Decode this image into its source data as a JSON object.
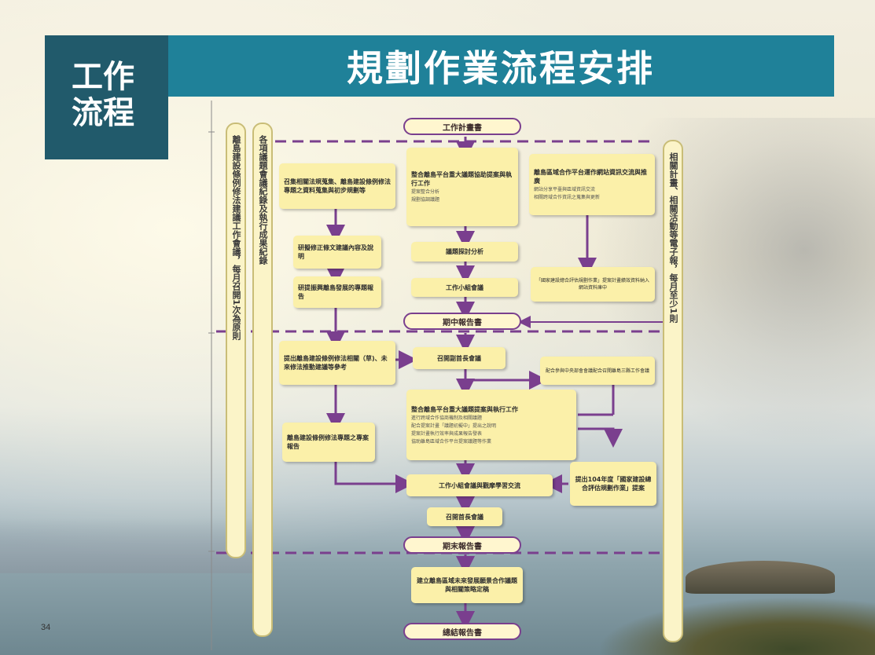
{
  "slide": {
    "section_label_line1": "工作",
    "section_label_line2": "流程",
    "title": "規劃作業流程安排",
    "page_number": "34"
  },
  "left_bars": {
    "outer": "離島建設條例修法建議工作會議，每月召開1次為原則",
    "inner": "各項議題會議紀錄及執行成果紀錄"
  },
  "right_bar": "相關計畫、相關活動等電子報，每月至少1則",
  "milestones": {
    "work_plan": "工作計畫書",
    "midterm": "期中報告書",
    "final_phase": "期末報告書",
    "summary": "總結報告書"
  },
  "left_boxes": {
    "collect": "召集相關法規蒐集、離島建設條例修法專題之資料蒐集與初步規劃等",
    "research_amend": "研擬修正條文建議內容及說明",
    "research_report": "研提振興離島發展的專題報告",
    "propose_amend": "提出離島建設條例修法相關（草)、未來修法推動建議等參考",
    "special_report": "離島建設條例修法專題之專案報告"
  },
  "center_boxes": {
    "integrate_top": {
      "title": "整合離島平台重大議題協助提案與執行工作",
      "items": [
        "提案整合分析",
        "規劃協調議題"
      ]
    },
    "issue_analysis": "議題探討分析",
    "group_meeting": "工作小組會議",
    "deputy_meeting": "召開副首長會議",
    "integrate_bottom": {
      "title": "整合離島平台重大議題提案與執行工作",
      "items": [
        "進行跨域合作協商機制及相關議題",
        "配合提案計畫「議題初擬中」提出之說明",
        "提案計畫執行效率與成果報告發表",
        "協助離島區域合作平台提案議題等作業"
      ]
    },
    "group_exchange": "工作小組會議與觀摩學習交流",
    "chief_meeting": "召開首長會議",
    "final_box": "建立離島區域未來發展願景合作議題與相關策略定稿"
  },
  "right_boxes": {
    "platform": {
      "title": "離島區域合作平台運作網站資訊交流與推廣",
      "items": [
        "網站分享平臺與區域資訊交流",
        "相關跨域合作資訊之蒐集與更新"
      ]
    },
    "national_plan_note": "「國家建設總合評估規劃作業」提案計畫績效資料納入網站資料庫中",
    "attend_note": "配合參與中央部會會議配合召開離島三縣工作會議",
    "propose_104": "提出104年度「國家建設總合評估規劃作業」提案"
  },
  "colors": {
    "title_bar": "#1f8199",
    "section_box": "#215a6b",
    "box_fill": "#fbf0a9",
    "arrow": "#7a3f8e"
  }
}
